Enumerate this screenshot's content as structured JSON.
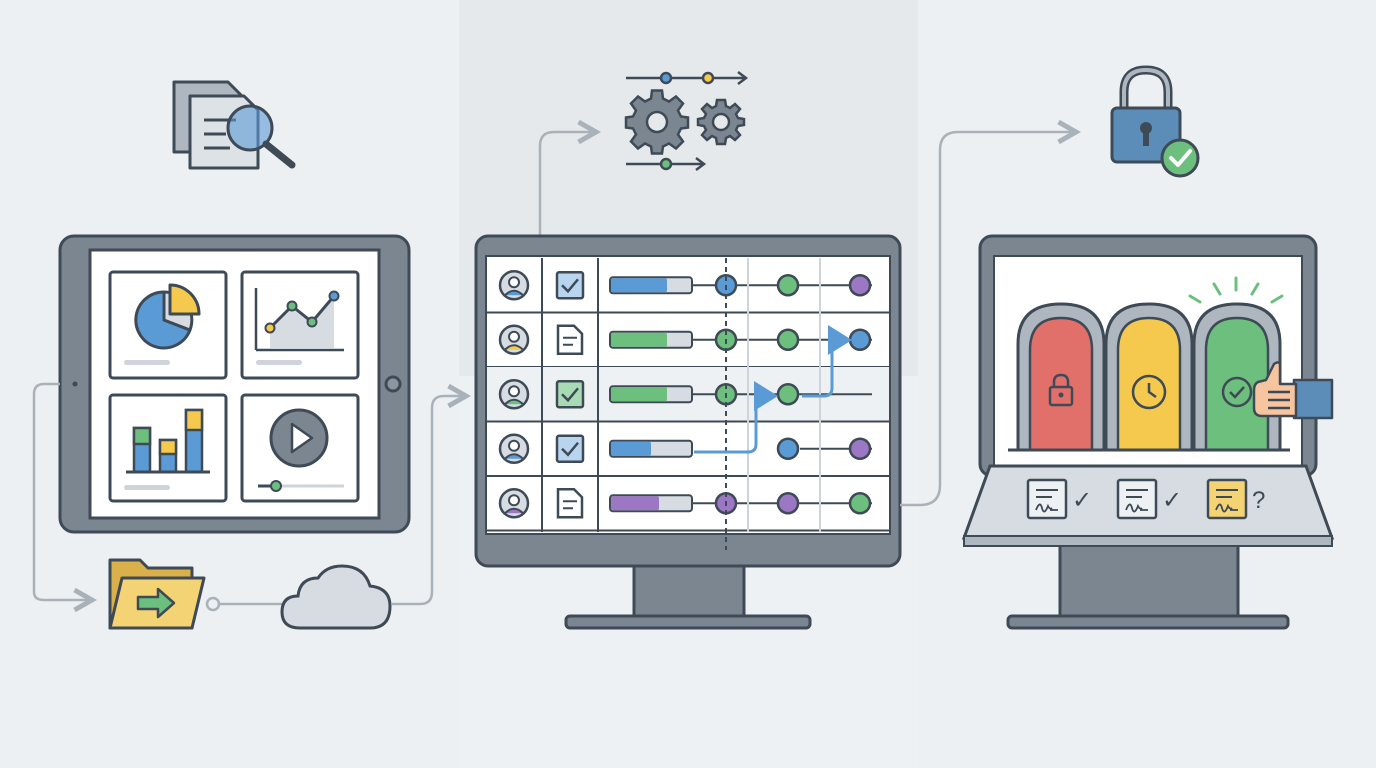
{
  "colors": {
    "outline": "#3f4a57",
    "device_frame": "#7c8691",
    "connector": "#a9b1b9",
    "blue": "#5b9bd5",
    "green": "#6dbf7e",
    "purple": "#9b77c4",
    "yellow": "#f4c94d",
    "red": "#e2706a",
    "panel_light": "#edf0f2",
    "panel_mid": "#e6e9ec"
  },
  "stages": [
    {
      "id": "collect",
      "top_icon": "documents-search-icon",
      "tiles": [
        "pie-chart-icon",
        "line-chart-icon",
        "bar-chart-icon",
        "play-video-icon"
      ],
      "flow_icons": [
        "folder-arrow-icon",
        "cloud-icon"
      ]
    },
    {
      "id": "process",
      "top_icon": "gears-pipeline-icon",
      "rows": [
        {
          "avatar": "user-icon",
          "status": "checkbox-checked-icon",
          "progress_color": "blue",
          "progress": 0.7
        },
        {
          "avatar": "user-icon",
          "status": "document-icon",
          "progress_color": "green",
          "progress": 0.7
        },
        {
          "avatar": "user-icon",
          "status": "checkbox-checked-icon",
          "progress_color": "green",
          "progress": 0.7
        },
        {
          "avatar": "user-icon",
          "status": "checkbox-checked-icon",
          "progress_color": "blue",
          "progress": 0.5
        },
        {
          "avatar": "user-icon",
          "status": "document-icon",
          "progress_color": "purple",
          "progress": 0.6
        }
      ]
    },
    {
      "id": "approve",
      "top_icon": "padlock-check-icon",
      "gates": [
        {
          "color": "red",
          "icon": "lock-icon"
        },
        {
          "color": "yellow",
          "icon": "clock-icon"
        },
        {
          "color": "green",
          "icon": "check-icon"
        }
      ],
      "documents": [
        {
          "icon": "signed-document-icon",
          "mark": "✓"
        },
        {
          "icon": "signed-document-icon",
          "mark": "✓"
        },
        {
          "icon": "pending-document-icon",
          "mark": "?"
        }
      ]
    }
  ]
}
